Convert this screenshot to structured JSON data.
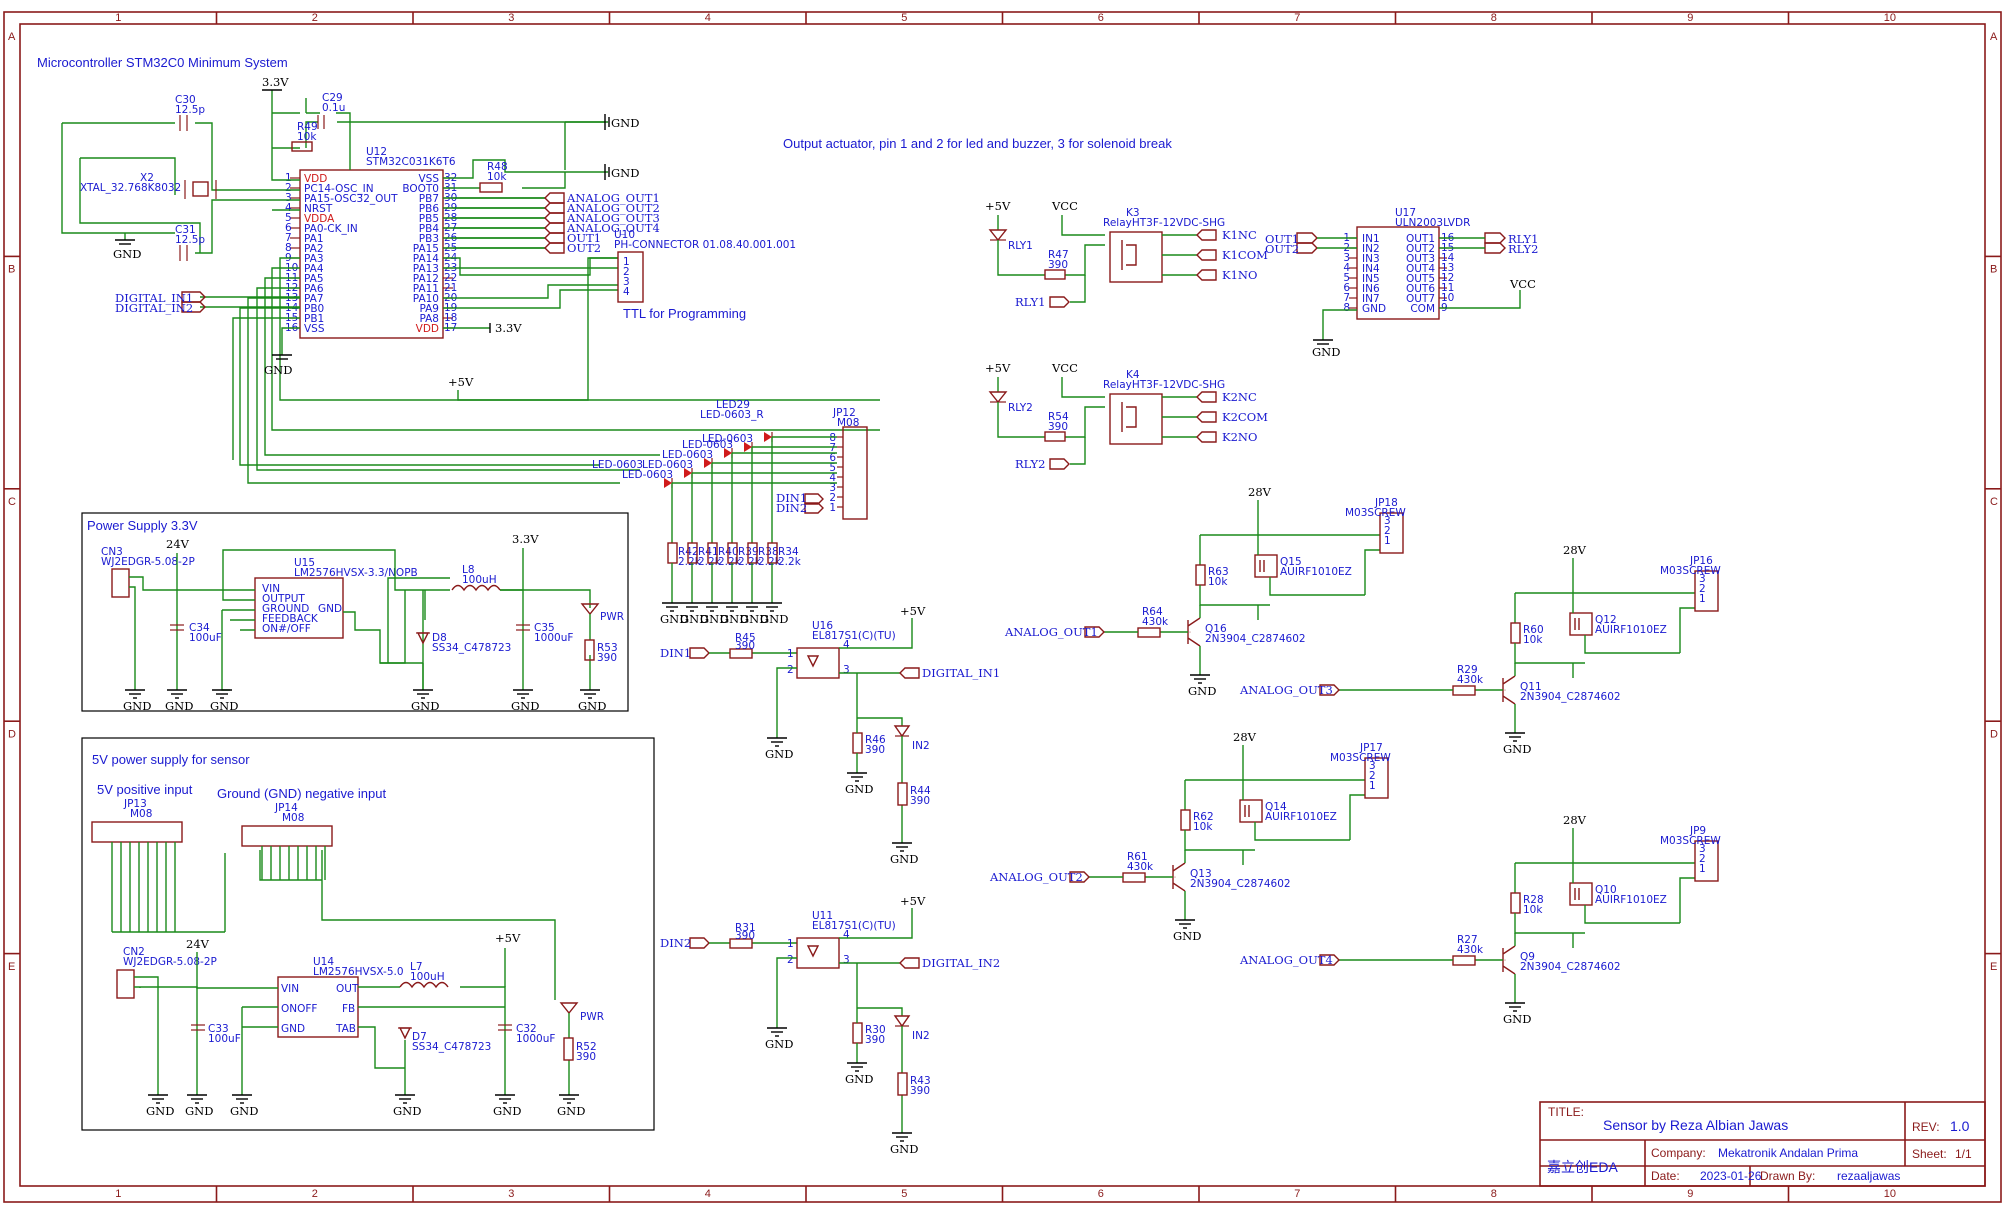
{
  "frame": {
    "columns": [
      "1",
      "2",
      "3",
      "4",
      "5",
      "6",
      "7",
      "8",
      "9",
      "10"
    ],
    "rows": [
      "A",
      "B",
      "C",
      "D",
      "E"
    ]
  },
  "sections": {
    "mcu_title": "Microcontroller STM32C0 Minimum System",
    "actuator_note": "Output actuator, pin 1 and 2 for led and buzzer, 3 for solenoid break",
    "ttl_title": "TTL for Programming",
    "ps33_title": "Power Supply 3.3V",
    "ps5_title": "5V power supply for sensor",
    "pos_input": "5V positive input",
    "gnd_input": "Ground (GND) negative input"
  },
  "mcu": {
    "ref": "U12",
    "part": "STM32C031K6T6",
    "left_pins": [
      {
        "num": "1",
        "name": "VDD",
        "red": true
      },
      {
        "num": "2",
        "name": "PC14-OSC_IN",
        "red": false
      },
      {
        "num": "3",
        "name": "PA15-OSC32_OUT",
        "red": false
      },
      {
        "num": "4",
        "name": "NRST",
        "red": false
      },
      {
        "num": "5",
        "name": "VDDA",
        "red": true
      },
      {
        "num": "6",
        "name": "PA0-CK_IN",
        "red": false
      },
      {
        "num": "7",
        "name": "PA1",
        "red": false
      },
      {
        "num": "8",
        "name": "PA2",
        "red": false
      },
      {
        "num": "9",
        "name": "PA3",
        "red": false
      },
      {
        "num": "10",
        "name": "PA4",
        "red": false
      },
      {
        "num": "11",
        "name": "PA5",
        "red": false
      },
      {
        "num": "12",
        "name": "PA6",
        "red": false
      },
      {
        "num": "13",
        "name": "PA7",
        "red": false
      },
      {
        "num": "14",
        "name": "PB0",
        "red": false
      },
      {
        "num": "15",
        "name": "PB1",
        "red": false
      },
      {
        "num": "16",
        "name": "VSS",
        "red": false
      }
    ],
    "right_pins": [
      {
        "num": "32",
        "name": "VSS",
        "red": false
      },
      {
        "num": "31",
        "name": "BOOT0",
        "red": false
      },
      {
        "num": "30",
        "name": "PB7",
        "red": false
      },
      {
        "num": "29",
        "name": "PB6",
        "red": false
      },
      {
        "num": "28",
        "name": "PB5",
        "red": false
      },
      {
        "num": "27",
        "name": "PB4",
        "red": false
      },
      {
        "num": "26",
        "name": "PB3",
        "red": false
      },
      {
        "num": "25",
        "name": "PA15",
        "red": false
      },
      {
        "num": "24",
        "name": "PA14",
        "red": false
      },
      {
        "num": "23",
        "name": "PA13",
        "red": false
      },
      {
        "num": "22",
        "name": "PA12",
        "red": false
      },
      {
        "num": "21",
        "name": "PA11",
        "red": false
      },
      {
        "num": "20",
        "name": "PA10",
        "red": false
      },
      {
        "num": "19",
        "name": "PA9",
        "red": false
      },
      {
        "num": "18",
        "name": "PA8",
        "red": false
      },
      {
        "num": "17",
        "name": "VDD",
        "red": true
      }
    ],
    "right_nets": [
      "ANALOG_OUT1",
      "ANALOG_OUT2",
      "ANALOG_OUT3",
      "ANALOG_OUT4",
      "OUT1",
      "OUT2"
    ],
    "left_nets": [
      "DIGITAL_IN1",
      "DIGITAL_IN2"
    ]
  },
  "parts": {
    "c30": {
      "ref": "C30",
      "val": "12.5p"
    },
    "c31": {
      "ref": "C31",
      "val": "12.5p"
    },
    "c29": {
      "ref": "C29",
      "val": "0.1u"
    },
    "r49": {
      "ref": "R49",
      "val": "10k"
    },
    "r48": {
      "ref": "R48",
      "val": "10k"
    },
    "x2": {
      "ref": "X2",
      "val": "XTAL_32.768K8032"
    },
    "u10": {
      "ref": "U10",
      "val": "PH-CONNECTOR 01.08.40.001.001"
    },
    "k3": {
      "ref": "K3",
      "val": "RelayHT3F-12VDC-SHG"
    },
    "k4": {
      "ref": "K4",
      "val": "RelayHT3F-12VDC-SHG"
    },
    "r47": {
      "ref": "R47",
      "val": "390"
    },
    "r54": {
      "ref": "R54",
      "val": "390"
    },
    "u17": {
      "ref": "U17",
      "val": "ULN2003LVDR"
    },
    "jp12": {
      "ref": "JP12",
      "val": "M08"
    },
    "led29": {
      "ref": "LED29",
      "val": "LED-0603_R"
    },
    "leds": [
      "LED-0603",
      "LED-0603",
      "LED-0603",
      "LED-0603",
      "LED-0603",
      "LED-0603"
    ],
    "r_bank": [
      {
        "ref": "R42",
        "val": "2.2k"
      },
      {
        "ref": "R41",
        "val": "2.2k"
      },
      {
        "ref": "R40",
        "val": "2.2k"
      },
      {
        "ref": "R39",
        "val": "2.2k"
      },
      {
        "ref": "R38",
        "val": "2.2k"
      },
      {
        "ref": "R34",
        "val": "2.2k"
      }
    ],
    "cn3": {
      "ref": "CN3",
      "val": "WJ2EDGR-5.08-2P"
    },
    "cn2": {
      "ref": "CN2",
      "val": "WJ2EDGR-5.08-2P"
    },
    "u15": {
      "ref": "U15",
      "val": "LM2576HVSX-3.3/NOPB"
    },
    "u15_pins": [
      "VIN",
      "OUTPUT",
      "GROUND",
      "FEEDBACK",
      "ON#/OFF",
      "GND"
    ],
    "u14": {
      "ref": "U14",
      "val": "LM2576HVSX-5.0"
    },
    "u14_pins": [
      "VIN",
      "ONOFF",
      "GND",
      "OUT",
      "FB",
      "TAB"
    ],
    "l8": {
      "ref": "L8",
      "val": "100uH"
    },
    "l7": {
      "ref": "L7",
      "val": "100uH"
    },
    "c34": {
      "ref": "C34",
      "val": "100uF"
    },
    "c35": {
      "ref": "C35",
      "val": "1000uF"
    },
    "c33": {
      "ref": "C33",
      "val": "100uF"
    },
    "c32": {
      "ref": "C32",
      "val": "1000uF"
    },
    "d8": {
      "ref": "D8",
      "val": "SS34_C478723"
    },
    "d7": {
      "ref": "D7",
      "val": "SS34_C478723"
    },
    "r53": {
      "ref": "R53",
      "val": "390"
    },
    "r52": {
      "ref": "R52",
      "val": "390"
    },
    "jp13": {
      "ref": "JP13",
      "val": "M08"
    },
    "jp14": {
      "ref": "JP14",
      "val": "M08"
    },
    "u16": {
      "ref": "U16",
      "val": "EL817S1(C)(TU)"
    },
    "u11": {
      "ref": "U11",
      "val": "EL817S1(C)(TU)"
    },
    "r45": {
      "ref": "R45",
      "val": "390"
    },
    "r31": {
      "ref": "R31",
      "val": "390"
    },
    "r46": {
      "ref": "R46",
      "val": "390"
    },
    "r44": {
      "ref": "R44",
      "val": "390"
    },
    "r30": {
      "ref": "R30",
      "val": "390"
    },
    "r43": {
      "ref": "R43",
      "val": "390"
    },
    "mosfet_blocks": [
      {
        "jp": "JP18",
        "q_fet": "Q15",
        "q_bjt": "Q16",
        "r_gate": "R63",
        "r_base": "R64",
        "net": "ANALOG_OUT1"
      },
      {
        "jp": "JP16",
        "q_fet": "Q12",
        "q_bjt": "Q11",
        "r_gate": "R60",
        "r_base": "R29",
        "net": "ANALOG_OUT3"
      },
      {
        "jp": "JP17",
        "q_fet": "Q14",
        "q_bjt": "Q13",
        "r_gate": "R62",
        "r_base": "R61",
        "net": "ANALOG_OUT2"
      },
      {
        "jp": "JP9",
        "q_fet": "Q10",
        "q_bjt": "Q9",
        "r_gate": "R28",
        "r_base": "R27",
        "net": "ANALOG_OUT4"
      }
    ],
    "fet_part": "AUIRF1010EZ",
    "bjt_part": "2N3904_C2874602",
    "screw_part": "M03SCREW",
    "r_gate_val": "10k",
    "r_base_val": "430k"
  },
  "nets": {
    "v33": "3.3V",
    "v5": "+5V",
    "v24": "24V",
    "v28": "28V",
    "vcc": "VCC",
    "gnd": "GND",
    "din1": "DIN1",
    "din2": "DIN2",
    "rly1": "RLY1",
    "rly2": "RLY2",
    "k1nc": "K1NC",
    "k1com": "K1COM",
    "k1no": "K1NO",
    "k2nc": "K2NC",
    "k2com": "K2COM",
    "k2no": "K2NO",
    "in2": "IN2",
    "pwr": "PWR",
    "digital_in1": "DIGITAL_IN1",
    "digital_in2": "DIGITAL_IN2",
    "out1": "OUT1",
    "out2": "OUT2"
  },
  "uln_pins": {
    "left": [
      "IN1",
      "IN2",
      "IN3",
      "IN4",
      "IN5",
      "IN6",
      "IN7",
      "GND"
    ],
    "right": [
      "OUT1",
      "OUT2",
      "OUT3",
      "OUT4",
      "OUT5",
      "OUT6",
      "OUT7",
      "COM"
    ]
  },
  "title_block": {
    "title_label": "TITLE:",
    "title": "Sensor by Reza Albian Jawas",
    "rev_label": "REV:",
    "rev": "1.0",
    "company_label": "Company:",
    "company": "Mekatronik Andalan Prima",
    "sheet_label": "Sheet:",
    "sheet": "1/1",
    "date_label": "Date:",
    "date": "2023-01-26",
    "drawn_label": "Drawn By:",
    "drawn": "rezaaljawas",
    "logo": "嘉立创EDA"
  },
  "colors": {
    "frame": "#8a1a1a",
    "wire": "#1a8a1a",
    "text": "#1a1ad0",
    "led": "#d01a1a"
  }
}
